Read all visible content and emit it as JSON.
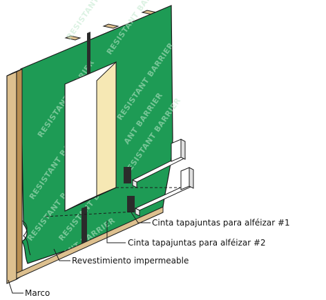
{
  "labels": {
    "marco": "Marco",
    "revestimiento": "Revestimiento impermeable",
    "cinta1": "Cinta tapajuntas para alféizar #1",
    "cinta2": "Cinta tapajuntas para alféizar #2"
  },
  "watermark": [
    "RESISTANT",
    "RESISTANT BARRIER",
    "RESISTANT BARRIER",
    "RESISTANT BARRIER",
    "RESISTANT BARRIER",
    "RESISTANT BARRIER",
    "RESISTANT BA",
    "RESISTANT B",
    "ANT BARRIER",
    "ANT BARRIER"
  ],
  "colors": {
    "barrier": "#1e9b55",
    "barrier_dark": "#167a42",
    "wood": "#ddc08f",
    "wood_dark": "#b98f52",
    "jamb": "#f6e8b4",
    "tape": "#2b2b2b",
    "outline": "#1a1a1a"
  }
}
